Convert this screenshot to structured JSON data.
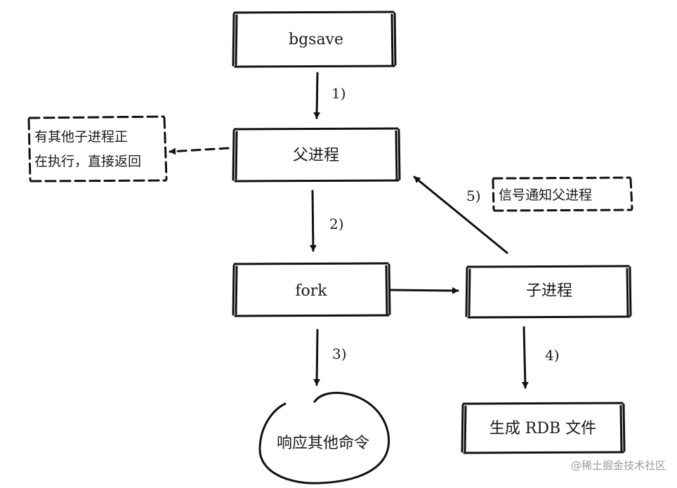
{
  "nodes": {
    "bgsave": "bgsave",
    "parent_process": "父进程",
    "fork": "fork",
    "child_process": "子进程",
    "generate_rdb": "生成 RDB 文件",
    "respond_other": "响应其他命令"
  },
  "notes": {
    "other_child_running_line1": "有其他子进程正",
    "other_child_running_line2": "在执行，直接返回",
    "signal_parent": "信号通知父进程"
  },
  "steps": {
    "s1": "1)",
    "s2": "2)",
    "s3": "3)",
    "s4": "4)",
    "s5": "5)"
  },
  "watermark": "@稀土掘金技术社区",
  "colors": {
    "ink": "#111111",
    "watermark": "#9a9a9a",
    "background": "#ffffff"
  }
}
